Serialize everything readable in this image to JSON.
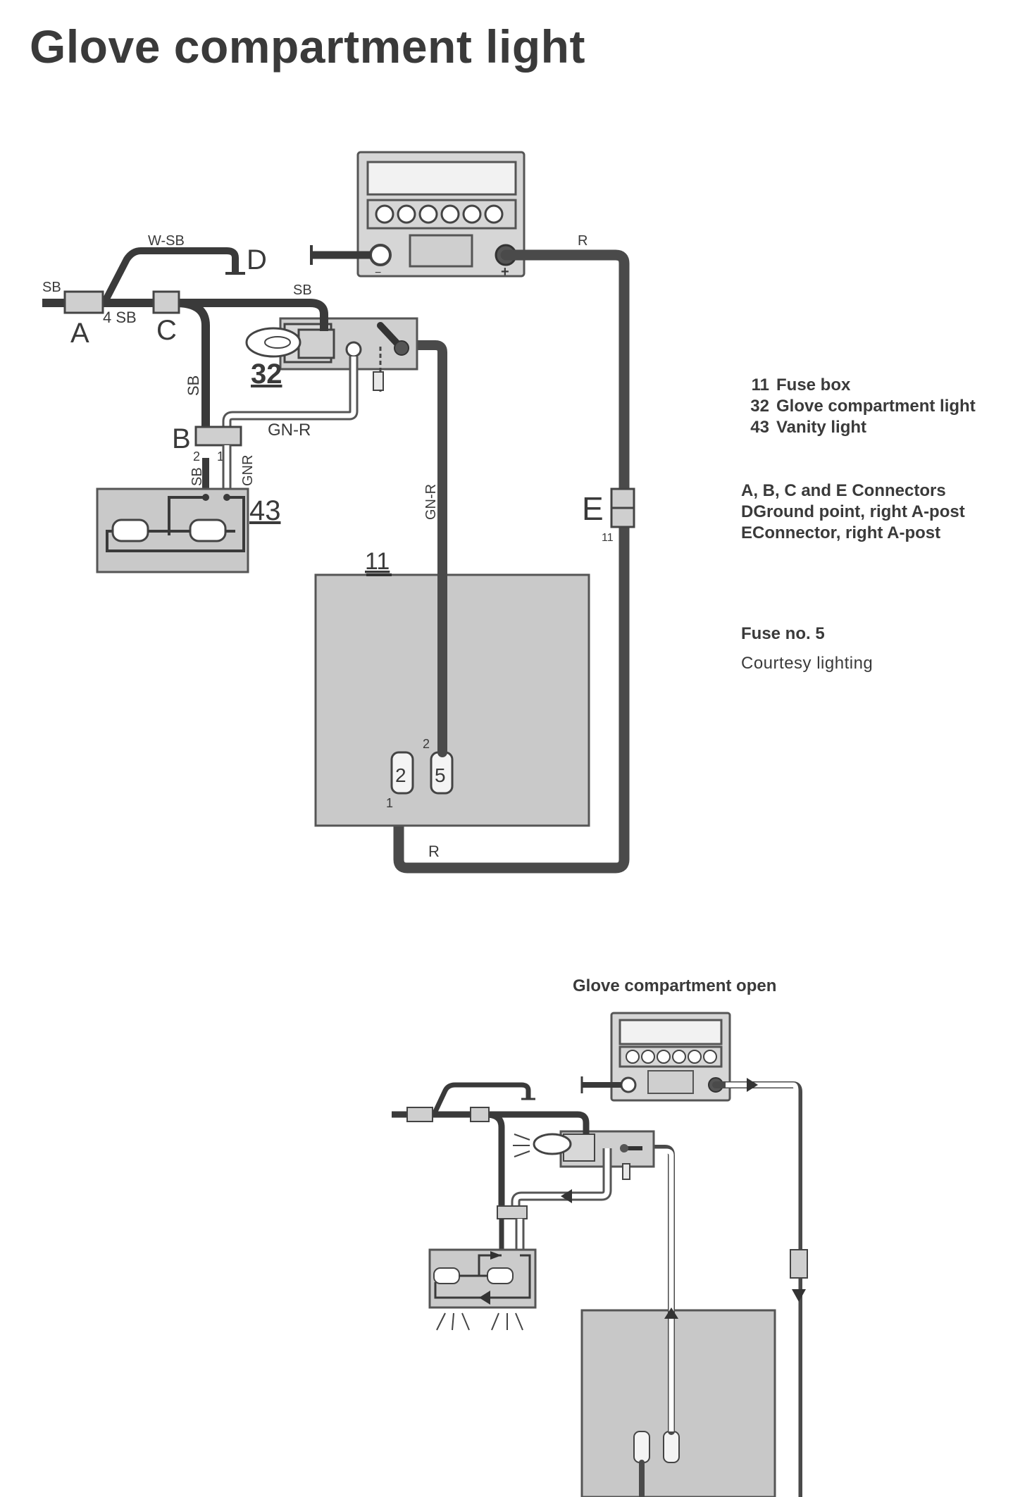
{
  "title": "Glove compartment light",
  "legend": {
    "components": [
      {
        "num": "11",
        "text": "Fuse box"
      },
      {
        "num": "32",
        "text": "Glove compartment light"
      },
      {
        "num": "43",
        "text": "Vanity light"
      }
    ],
    "connectors_heading": "A, B, C and E Connectors",
    "connectors": [
      {
        "key": "D",
        "text": "Ground point, right A-post"
      },
      {
        "key": "E",
        "text": "Connector, right A-post"
      }
    ]
  },
  "fuse": {
    "number": "Fuse no. 5",
    "description": "Courtesy lighting"
  },
  "open_state_title": "Glove compartment open",
  "diagram_labels": {
    "component_32": "32",
    "component_43": "43",
    "component_11": "11",
    "connector_A": "A",
    "connector_B": "B",
    "connector_C": "C",
    "ground_D": "D",
    "connector_E": "E",
    "wire_w_sb": "W-SB",
    "wire_sb_left": "SB",
    "wire_4_sb": "4 SB",
    "wire_sb_top": "SB",
    "wire_sb_vertical": "SB",
    "wire_gn_r_horizontal": "GN-R",
    "wire_gn_r_vertical": "GN-R",
    "wire_gnr_vertical": "GNR",
    "wire_sb_b": "SB",
    "wire_r_top": "R",
    "wire_r_bottom": "R",
    "pin_b2": "2",
    "pin_b1": "1",
    "pin_e11": "11",
    "fuse_2": "2",
    "fuse_5": "5",
    "fuse_pin_2": "2",
    "fuse_pin_1": "1",
    "battery_minus": "−",
    "battery_plus": "+"
  }
}
